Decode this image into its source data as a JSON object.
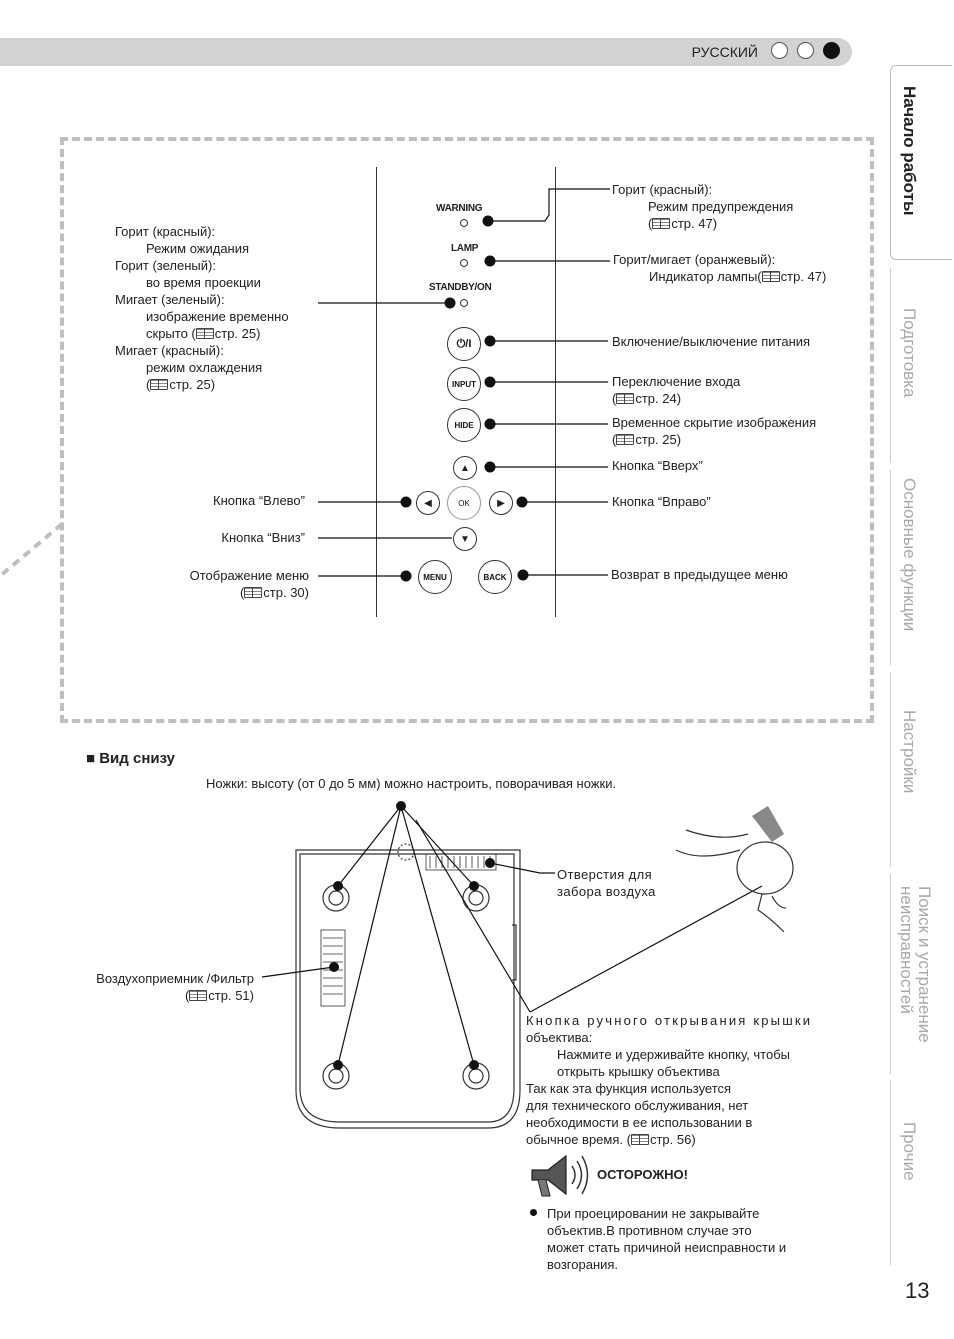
{
  "header": {
    "language": "РУССКИЙ"
  },
  "side_tabs": [
    "Начало работы",
    "Подготовка",
    "Основные функции",
    "Настройки",
    "Поиск и устранение неисправностей",
    "Прочие"
  ],
  "page_number": "13",
  "panel": {
    "leds": [
      "WARNING",
      "LAMP",
      "STANDBY/ON"
    ],
    "buttons": {
      "power": "⏻/I",
      "input": "INPUT",
      "hide": "HIDE",
      "ok": "OK",
      "menu": "MENU",
      "back": "BACK"
    },
    "right_labels": {
      "warning_l1": "Горит (красный):",
      "warning_l2": "Режим предупреждения",
      "warning_l3": "стр. 47)",
      "lamp_l1": "Горит/мигает (оранжевый):",
      "lamp_l2": "Индикатор лампы(",
      "lamp_l3": "стр. 47)",
      "power": "Включение/выключение питания",
      "input_l1": "Переключение входа",
      "input_l2": "стр. 24)",
      "hide_l1": "Временное скрытие изображения",
      "hide_l2": "стр. 25)",
      "up": "Кнопка “Вверх”",
      "right": "Кнопка “Вправо”",
      "back": "Возврат в предыдущее меню"
    },
    "left_labels": {
      "standby_l1": "Горит (красный):",
      "standby_l2": "Режим ожидания",
      "standby_l3": "Горит (зеленый):",
      "standby_l4": "во время проекции",
      "standby_l5": "Мигает (зеленый):",
      "standby_l6": "изображение временно",
      "standby_l7": "скрыто (",
      "standby_l7b": "стр. 25)",
      "standby_l8": "Мигает (красный):",
      "standby_l9": "режим охлаждения",
      "standby_l10": "стр. 25)",
      "left": "Кнопка “Влево”",
      "down": "Кнопка “Вниз”",
      "menu_l1": "Отображение меню",
      "menu_l2": "стр. 30)"
    }
  },
  "bottom": {
    "title": "■ Вид снизу",
    "feet_note": "Ножки: высоту (от 0 до 5 мм) можно настроить, поворачивая ножки.",
    "vents_l1": "Отверстия для",
    "vents_l2": "забора воздуха",
    "filter_l1": "Воздухоприемник /Фильтр",
    "filter_l2": "стр. 51)",
    "lens_l1": "Кнопка ручного открывания крышки",
    "lens_l2": "объектива:",
    "lens_l3": "Нажмите и удерживайте кнопку, чтобы",
    "lens_l4": "открыть крышку объектива",
    "lens_l5": "Так как эта функция используется",
    "lens_l6": "для технического обслуживания, нет",
    "lens_l7": "необходимости в ее использовании в",
    "lens_l8": "обычное время. (",
    "lens_l8b": "стр. 56)",
    "caution_title": "ОСТОРОЖНО!",
    "caution_l1": "При проецировании не закрывайте",
    "caution_l2": "объектив.В противном случае это",
    "caution_l3": "может стать причиной неисправности и",
    "caution_l4": "возгорания."
  }
}
